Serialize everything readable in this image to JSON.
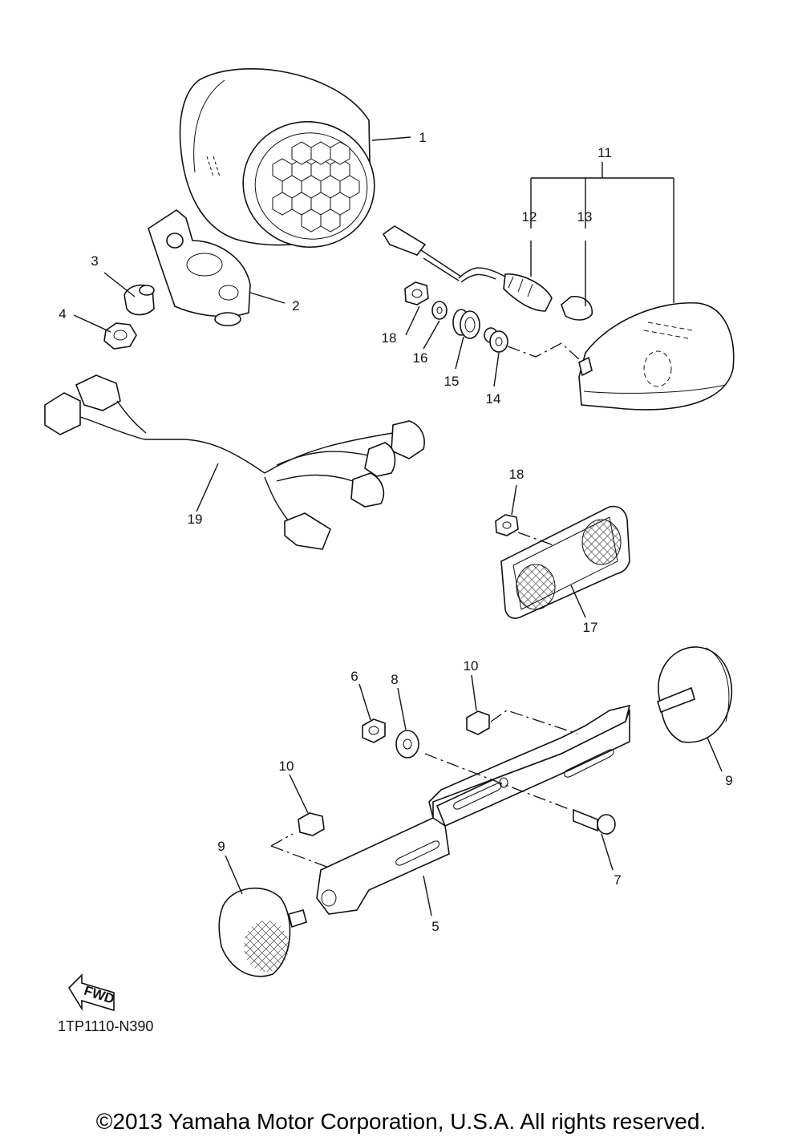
{
  "diagram": {
    "callouts": [
      "1",
      "2",
      "3",
      "4",
      "5",
      "6",
      "7",
      "8",
      "9",
      "10",
      "11",
      "12",
      "13",
      "14",
      "15",
      "16",
      "17",
      "18",
      "19"
    ],
    "direction_tag": "FWD",
    "diagram_code": "1TP1110-N390",
    "copyright": "©2013 Yamaha Motor Corporation, U.S.A. All rights reserved."
  }
}
